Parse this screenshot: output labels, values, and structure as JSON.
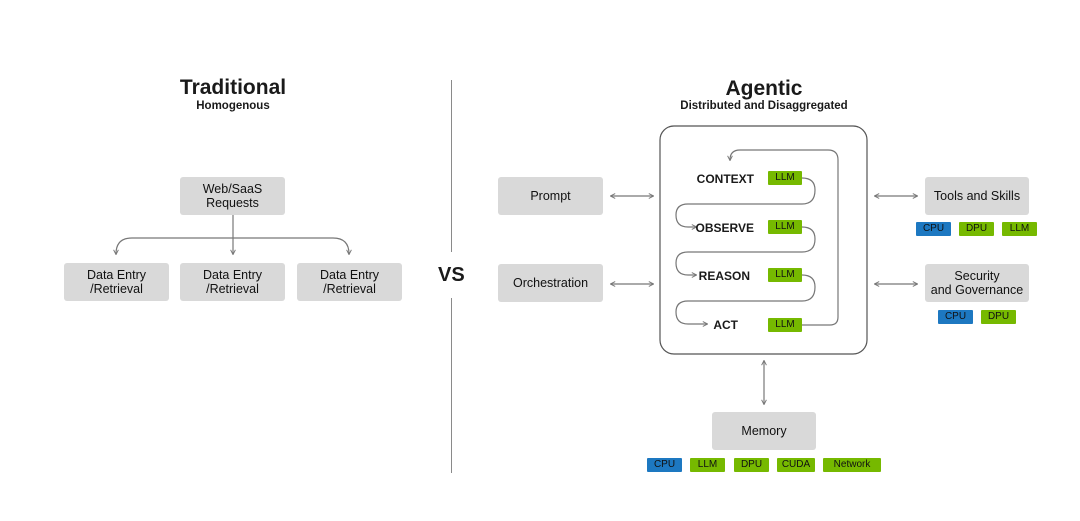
{
  "traditional": {
    "title": "Traditional",
    "subtitle": "Homogenous",
    "top_box": "Web/SaaS\nRequests",
    "bottom_boxes": [
      "Data Entry\n/Retrieval",
      "Data Entry\n/Retrieval",
      "Data Entry\n/Retrieval"
    ]
  },
  "vs_label": "VS",
  "agentic": {
    "title": "Agentic",
    "subtitle": "Distributed and Disaggregated",
    "left_boxes": [
      "Prompt",
      "Orchestration"
    ],
    "loop_steps": [
      {
        "label": "CONTEXT",
        "chip": "LLM"
      },
      {
        "label": "OBSERVE",
        "chip": "LLM"
      },
      {
        "label": "REASON",
        "chip": "LLM"
      },
      {
        "label": "ACT",
        "chip": "LLM"
      }
    ],
    "tools": {
      "label": "Tools and Skills",
      "chips": [
        "CPU",
        "DPU",
        "LLM"
      ]
    },
    "security": {
      "label": "Security\nand Governance",
      "chips": [
        "CPU",
        "DPU"
      ]
    },
    "memory": {
      "label": "Memory",
      "chips": [
        "CPU",
        "LLM",
        "DPU",
        "CUDA",
        "Network"
      ]
    }
  },
  "colors": {
    "green": "#76b900",
    "blue": "#1d78c1",
    "box": "#d9d9d9",
    "line": "#777777"
  }
}
